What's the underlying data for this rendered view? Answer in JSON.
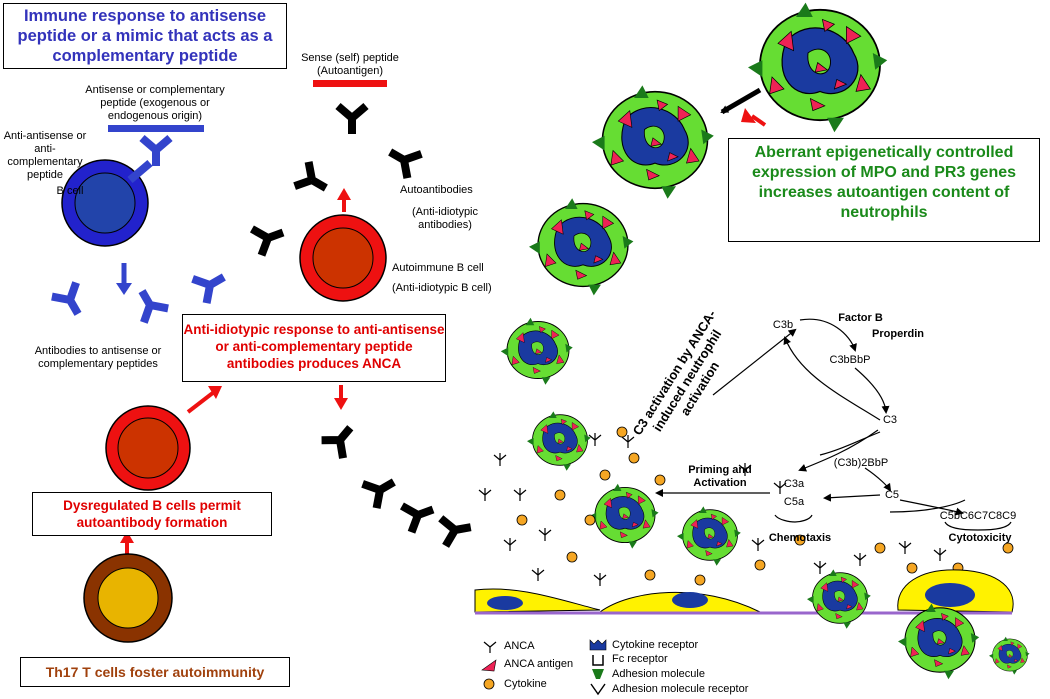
{
  "colors": {
    "blue_cell": "#2222cc",
    "red_cell_outer": "#ee1111",
    "red_cell_inner": "#cc3300",
    "neutrophil_green": "#66dd33",
    "nucleus_blue": "#1a3aa0",
    "antigen_red": "#ee2255",
    "cytokine_orange": "#f5a623",
    "endothelium_yellow": "#fff200",
    "antibody_black": "#000000",
    "antisense_peptide_blue": "#3344cc",
    "sense_peptide_red": "#ee1111",
    "t_cell_outer": "#8a3300",
    "t_cell_inner": "#e8b400",
    "membrane_purple": "#9966cc"
  },
  "boxes": {
    "immune_response": "Immune response to antisense peptide or a mimic that acts as a complementary peptide",
    "anti_idiotypic": "Anti-idiotypic  response to anti-antisense or anti-complementary peptide antibodies produces ANCA",
    "dysregulated": "Dysregulated B cells permit autoantibody formation",
    "th17": "Th17 T cells foster autoimmunity",
    "aberrant": "Aberrant epigenetically controlled expression of MPO and PR3 genes increases autoantigen content of neutrophils"
  },
  "labels": {
    "antisense_peptide": "Antisense or complementary peptide (exogenous or endogenous origin)",
    "anti_antisense": "Anti-antisense or anti-complementary peptide",
    "b_cell": "B cell",
    "antibodies_to_antisense": "Antibodies to antisense or complementary peptides",
    "sense_peptide": "Sense (self) peptide (Autoantigen)",
    "autoantibodies": "Autoantibodies",
    "anti_idiotypic_antibodies": "(Anti-idiotypic antibodies)",
    "autoimmune_b_cell": "Autoimmune B cell",
    "anti_idiotypic_b_cell": "(Anti-idiotypic B cell)",
    "c3_activation": "C3 activation by ANCA- induced neutrophil activation",
    "priming": "Priming and Activation",
    "chemotaxis": "Chemotaxis",
    "cytotoxicity": "Cytotoxicity"
  },
  "complement": {
    "c3b": "C3b",
    "factor_b": "Factor B",
    "properdin": "Properdin",
    "c3bbbp": "C3bBbP",
    "c3": "C3",
    "c3b2bbp": "(C3b)2BbP",
    "c3a": "C3a",
    "c5a": "C5a",
    "c5": "C5",
    "mac": "C5bC6C7C8C9"
  },
  "legend": [
    {
      "icon": "anca-icon",
      "label": "ANCA"
    },
    {
      "icon": "anca-antigen-icon",
      "label": "ANCA antigen"
    },
    {
      "icon": "cytokine-icon",
      "label": "Cytokine"
    },
    {
      "icon": "cytokine-receptor-icon",
      "label": "Cytokine receptor"
    },
    {
      "icon": "fc-receptor-icon",
      "label": "Fc receptor"
    },
    {
      "icon": "adhesion-molecule-icon",
      "label": "Adhesion molecule"
    },
    {
      "icon": "adhesion-molecule-receptor-icon",
      "label": "Adhesion molecule receptor"
    }
  ]
}
